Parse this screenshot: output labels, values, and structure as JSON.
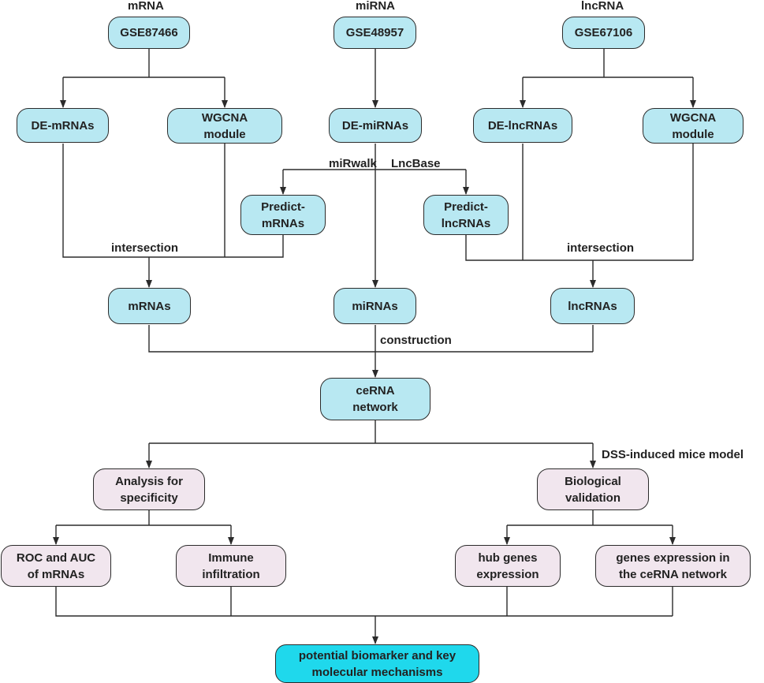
{
  "colors": {
    "blue_node": "#b8e8f2",
    "pink_node": "#f1e6ee",
    "final_node": "#1fd8ec",
    "line": "#2b2b2b"
  },
  "headers": {
    "mrna": "mRNA",
    "mirna": "miRNA",
    "lncrna": "lncRNA"
  },
  "nodes": {
    "gse87466": "GSE87466",
    "gse48957": "GSE48957",
    "gse67106": "GSE67106",
    "de_mrnas": "DE-mRNAs",
    "wgcna_left": "WGCNA\nmodule",
    "de_mirnas": "DE-miRNAs",
    "de_lncrnas": "DE-lncRNAs",
    "wgcna_right": "WGCNA\nmodule",
    "predict_mrnas": "Predict-\nmRNAs",
    "predict_lncrnas": "Predict-\nlncRNAs",
    "mrnas": "mRNAs",
    "mirnas": "miRNAs",
    "lncrnas": "lncRNAs",
    "cerna_network": "ceRNA\nnetwork",
    "analysis_specificity": "Analysis for\nspecificity",
    "biological_validation": "Biological\nvalidation",
    "roc_auc": "ROC and AUC\nof mRNAs",
    "immune_infiltration": "Immune\ninfiltration",
    "hub_genes": "hub genes\nexpression",
    "genes_expression": "genes expression in\nthe ceRNA network",
    "final": "potential biomarker and key\nmolecular mechanisms"
  },
  "labels": {
    "mirwalk": "miRwalk",
    "lncbase": "LncBase",
    "intersection_left": "intersection",
    "intersection_right": "intersection",
    "construction": "construction",
    "dss_model": "DSS-induced mice model"
  }
}
